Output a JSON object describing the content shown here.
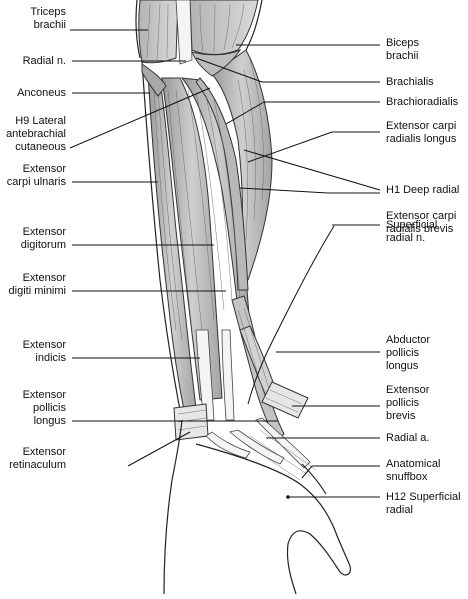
{
  "labels_left": [
    {
      "id": "triceps-brachii",
      "lines": [
        "Triceps",
        "brachii"
      ]
    },
    {
      "id": "radial-nerve",
      "lines": [
        "Radial n."
      ]
    },
    {
      "id": "anconeus",
      "lines": [
        "Anconeus"
      ]
    },
    {
      "id": "h9-lateral-antebrachial-cutaneous",
      "lines": [
        "H9 Lateral",
        "antebrachial",
        "cutaneous"
      ]
    },
    {
      "id": "extensor-carpi-ulnaris",
      "lines": [
        "Extensor",
        "carpi ulnaris"
      ]
    },
    {
      "id": "extensor-digitorum",
      "lines": [
        "Extensor",
        "digitorum"
      ]
    },
    {
      "id": "extensor-digiti-minimi",
      "lines": [
        "Extensor",
        "digiti minimi"
      ]
    },
    {
      "id": "extensor-indicis",
      "lines": [
        "Extensor",
        "indicis"
      ]
    },
    {
      "id": "extensor-pollicis-longus",
      "lines": [
        "Extensor",
        "pollicis",
        "longus"
      ]
    },
    {
      "id": "extensor-retinaculum",
      "lines": [
        "Extensor",
        "retinaculum"
      ]
    }
  ],
  "labels_right": [
    {
      "id": "biceps-brachii",
      "lines": [
        "Biceps",
        "brachii"
      ]
    },
    {
      "id": "brachialis",
      "lines": [
        "Brachialis"
      ]
    },
    {
      "id": "brachioradialis",
      "lines": [
        "Brachioradialis"
      ]
    },
    {
      "id": "extensor-carpi-radialis-longus",
      "lines": [
        "Extensor carpi",
        "radialis longus"
      ]
    },
    {
      "id": "h1-deep-radial",
      "lines": [
        "H1 Deep radial"
      ]
    },
    {
      "id": "extensor-carpi-radialis-brevis",
      "lines": [
        "Extensor carpi",
        "radialis brevis"
      ]
    },
    {
      "id": "superficial-radial-nerve",
      "lines": [
        "Superficial",
        "radial n."
      ]
    },
    {
      "id": "abductor-pollicis-longus",
      "lines": [
        "Abductor",
        "pollicis",
        "longus"
      ]
    },
    {
      "id": "extensor-pollicis-brevis",
      "lines": [
        "Extensor",
        "pollicis",
        "brevis"
      ]
    },
    {
      "id": "radial-artery",
      "lines": [
        "Radial a."
      ]
    },
    {
      "id": "anatomical-snuffbox",
      "lines": [
        "Anatomical",
        "snuffbox"
      ]
    },
    {
      "id": "h12-superficial-radial",
      "lines": [
        "H12 Superficial",
        "radial"
      ]
    }
  ]
}
